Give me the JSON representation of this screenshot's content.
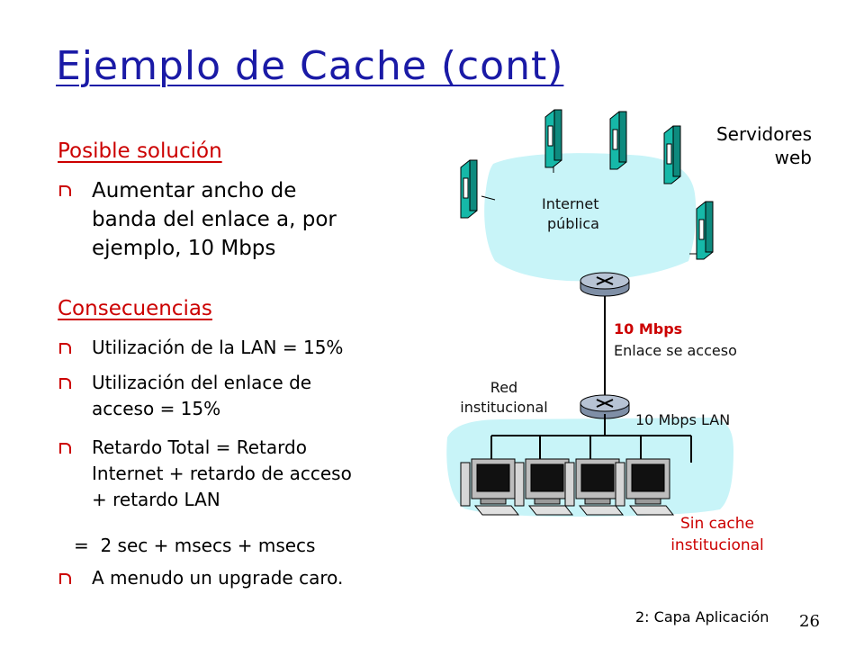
{
  "slide": {
    "title": "Ejemplo de Cache (cont)",
    "footer": "2: Capa Aplicación",
    "page_number": "26"
  },
  "left": {
    "heading_solution": "Posible solución",
    "solution_bullet": "Aumentar ancho de banda del enlace a, por ejemplo, 10 Mbps",
    "solution_lines": [
      "Aumentar ancho de",
      "banda del enlace a, por",
      "ejemplo, 10 Mbps"
    ],
    "heading_consequences": "Consecuencias",
    "bullet1": "Utilización de la LAN = 15%",
    "bullet2_lines": [
      "Utilización del enlace de",
      "acceso = 15%"
    ],
    "bullet3_lines": [
      "Retardo Total  = Retardo",
      "Internet + retardo de acceso",
      "+ retardo LAN"
    ],
    "equals_line": "=  2 sec + msecs + msecs",
    "bullet4": "A menudo un upgrade caro."
  },
  "diagram": {
    "servers_label_lines": [
      "Servidores",
      "web"
    ],
    "internet_label_lines": [
      "Internet",
      "pública"
    ],
    "link_speed": "10 Mbps",
    "link_label": "Enlace se acceso",
    "network_label_lines": [
      "Red",
      "institucional"
    ],
    "lan_label": "10 Mbps LAN",
    "no_cache_lines": [
      "Sin cache",
      "institucional"
    ],
    "colors": {
      "cloud": "#c8f4f8",
      "server": "#16b8a8",
      "accent_red": "#cc0000",
      "title_blue": "#1a1aa6"
    }
  }
}
